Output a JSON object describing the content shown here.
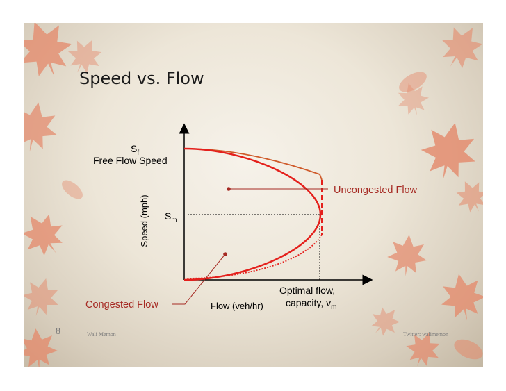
{
  "slide": {
    "title": "Speed vs. Flow",
    "number": "8",
    "footer_author": "Wali Memon",
    "footer_twitter": "Twitter: walimemon"
  },
  "diagram": {
    "y_axis_title": "Speed (mph)",
    "x_axis_title": "Flow (veh/hr)",
    "free_flow_symbol": "S",
    "free_flow_subscript": "f",
    "free_flow_label": "Free Flow Speed",
    "optimal_speed_symbol": "S",
    "optimal_speed_subscript": "m",
    "uncongested_label": "Uncongested Flow",
    "congested_label": "Congested Flow",
    "optimal_flow_line1": "Optimal flow,",
    "optimal_flow_line2": "capacity, v",
    "optimal_flow_subscript": "m"
  },
  "colors": {
    "curve_red": "#e4201c",
    "curve_orange": "#cf5a2a",
    "label_red": "#a62a23",
    "leaf": "#e4886a"
  }
}
